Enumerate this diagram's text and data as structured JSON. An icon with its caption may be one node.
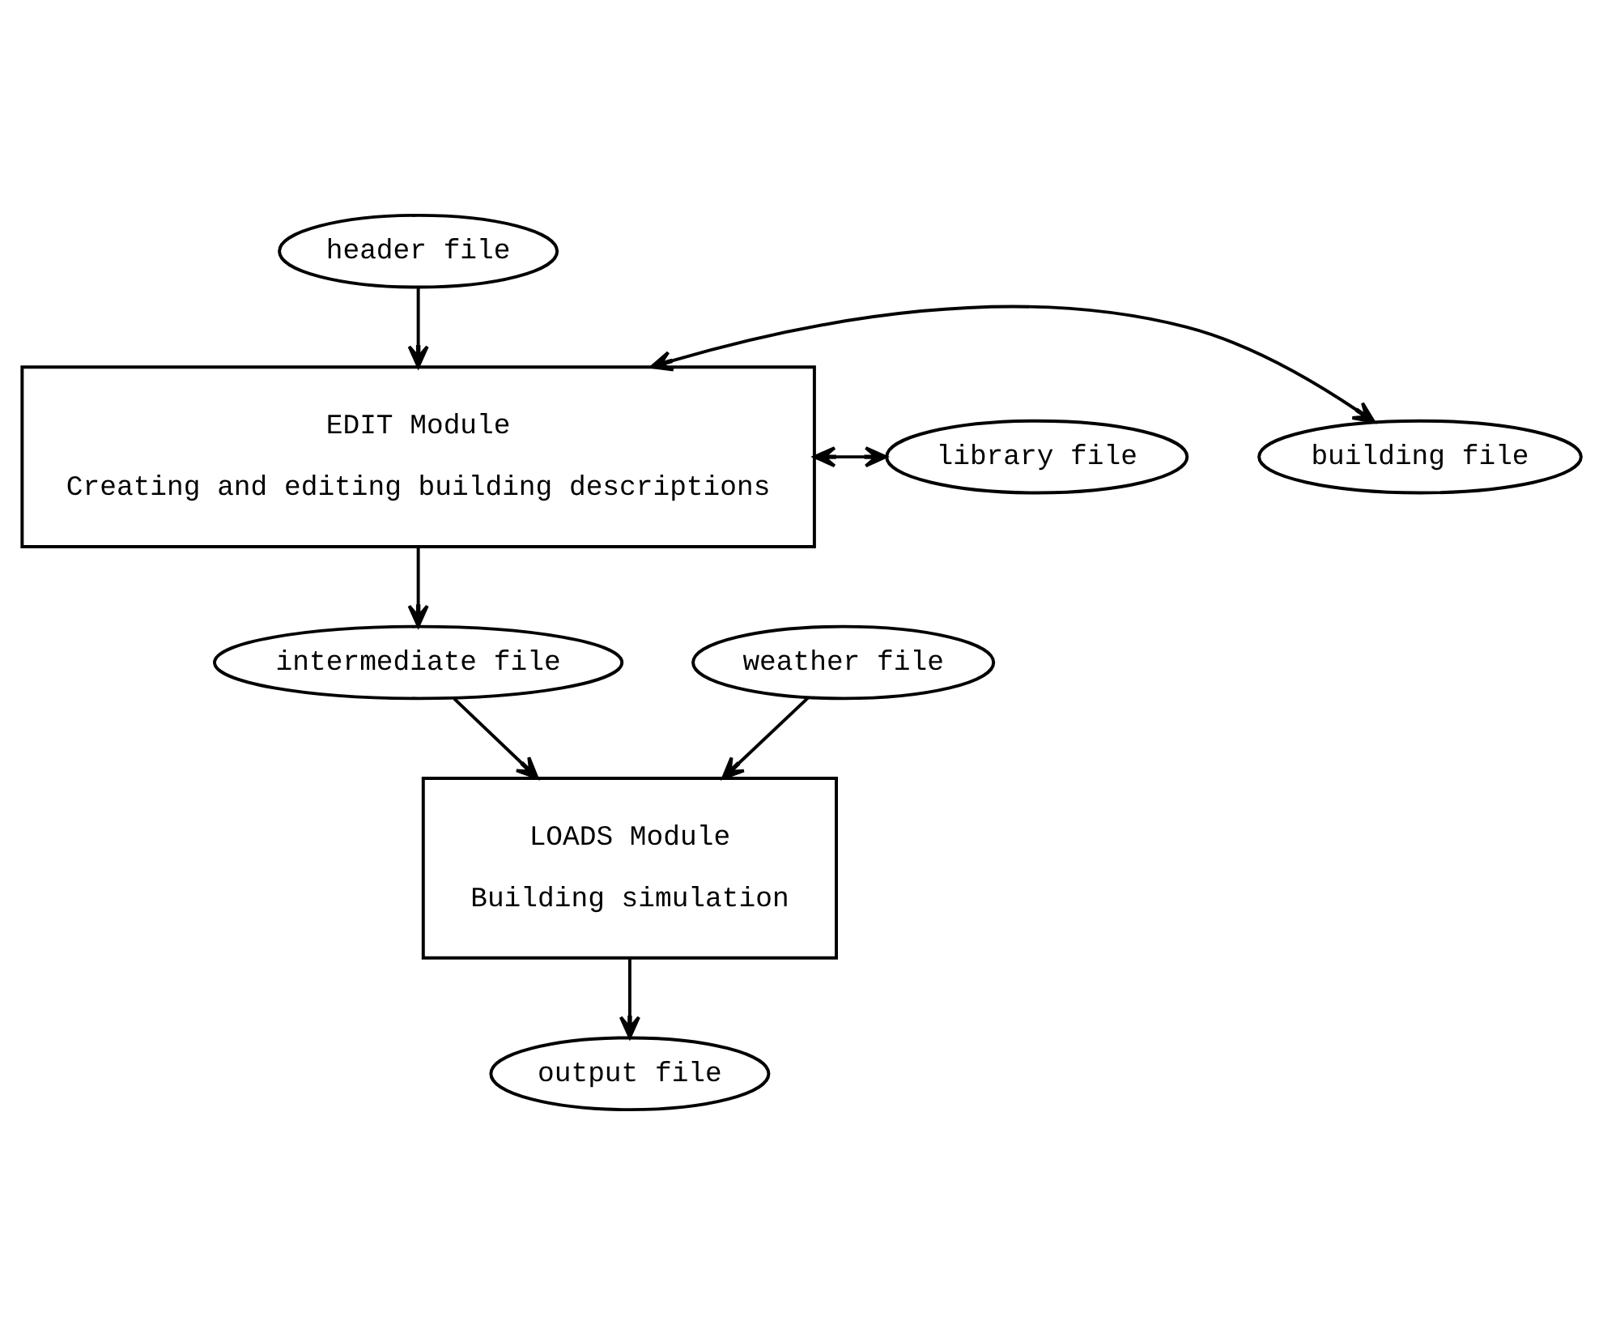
{
  "diagram": {
    "nodes": [
      {
        "text": [
          "header file"
        ]
      },
      {
        "text": [
          "EDIT Module",
          "Creating and editing building descriptions"
        ]
      },
      {
        "text": [
          "building file"
        ]
      },
      {
        "text": [
          "library file"
        ]
      },
      {
        "text": [
          "intermediate file"
        ]
      },
      {
        "text": [
          "weather file"
        ]
      },
      {
        "text": [
          "LOADS Module",
          "Building simulation"
        ]
      },
      {
        "text": [
          "output file"
        ]
      }
    ],
    "edges": [
      {
        "from": 0,
        "to": 1,
        "arrow": "to"
      },
      {
        "from": 1,
        "to": 2,
        "arrow": "both"
      },
      {
        "from": 1,
        "to": 3,
        "arrow": "both"
      },
      {
        "from": 1,
        "to": 4,
        "arrow": "to"
      },
      {
        "from": 4,
        "to": 6,
        "arrow": "to"
      },
      {
        "from": 5,
        "to": 6,
        "arrow": "to"
      },
      {
        "from": 6,
        "to": 7,
        "arrow": "to"
      }
    ]
  }
}
